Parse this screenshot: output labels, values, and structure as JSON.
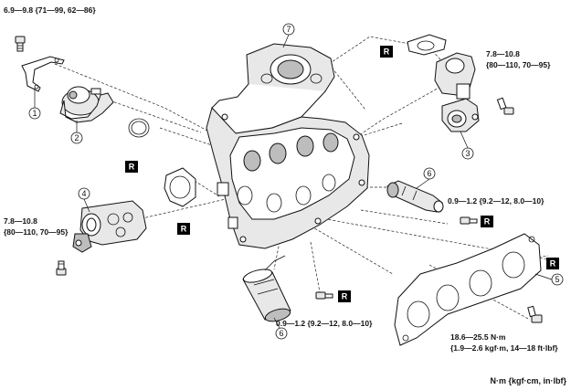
{
  "torque_specs": {
    "top_left": "6.9—9.8 {71—99, 62—86}",
    "top_right_line1": "7.8—10.8",
    "top_right_line2": "{80—110, 70—95}",
    "left_line1": "7.8—10.8",
    "left_line2": "{80—110, 70—95}",
    "mid_right": "0.9—1.2 {9.2—12, 8.0—10}",
    "bottom_center": "0.9—1.2 {9.2—12, 8.0—10}",
    "bottom_right_line1": "18.6—25.5 N·m",
    "bottom_right_line2": "{1.9—2.6 kgf·m, 14—18 ft·lbf}"
  },
  "callouts": [
    "1",
    "2",
    "3",
    "4",
    "5",
    "6",
    "6",
    "7"
  ],
  "replace_marker": "R",
  "units_label": "N·m {kgf·cm, in·lbf}"
}
